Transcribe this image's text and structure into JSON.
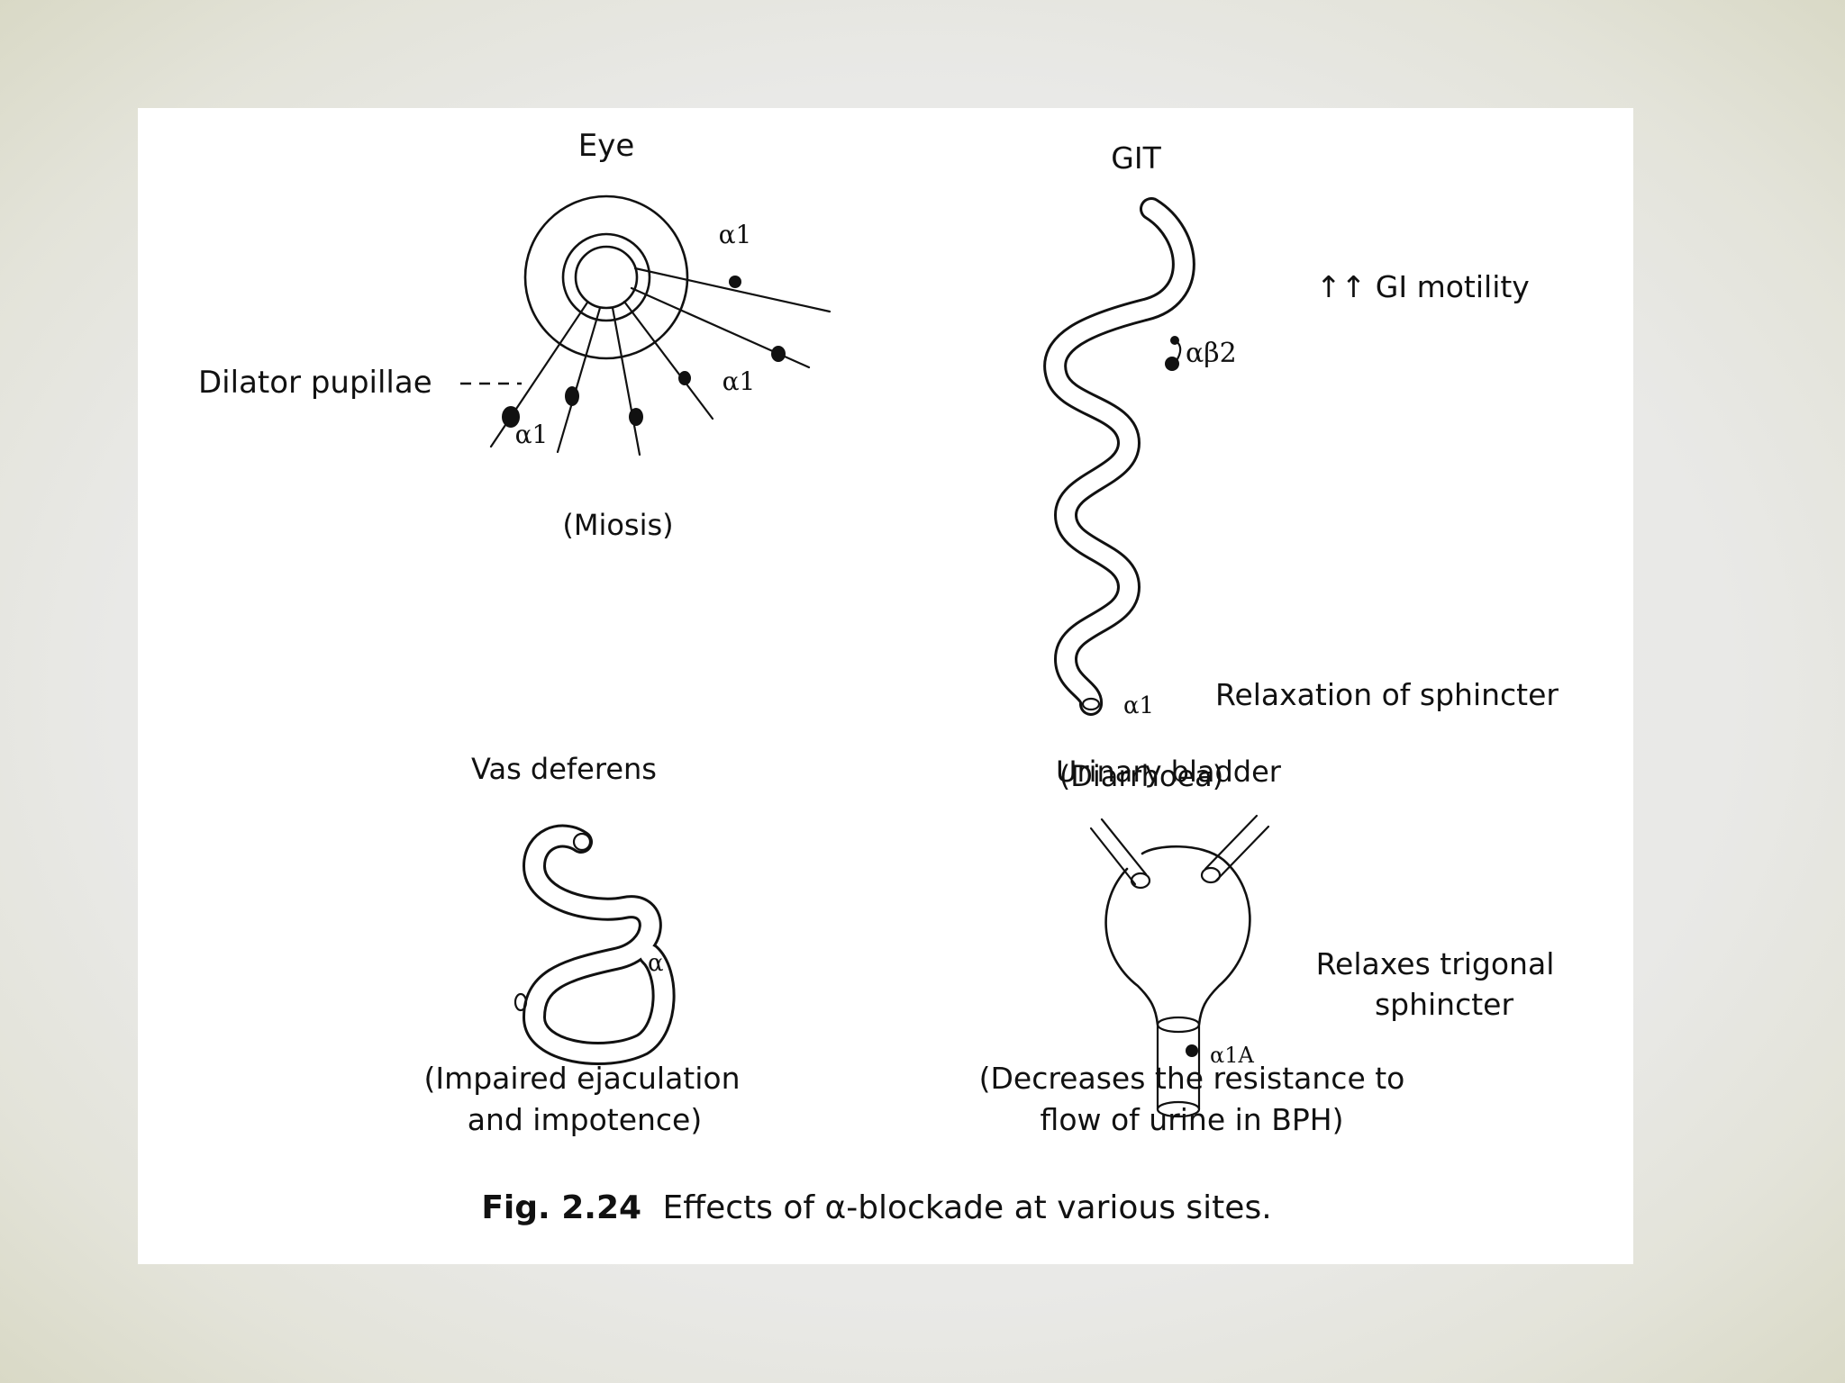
{
  "eye": {
    "title": "Eye",
    "dilator_label": "Dilator pupillae",
    "receptor": "α1",
    "effect": "(Miosis)"
  },
  "git": {
    "title": "GIT",
    "motility_label": "↑↑ GI motility",
    "receptor_ab": "αβ2",
    "receptor_sphincter": "α1",
    "sphincter_label": "Relaxation of sphincter",
    "effect": "(Diarrhoea)"
  },
  "vas": {
    "title": "Vas deferens",
    "receptor": "α",
    "effect_line1": "(Impaired ejaculation",
    "effect_line2": "and impotence)"
  },
  "bladder": {
    "title": "Urinary bladder",
    "receptor": "α1A",
    "label_line1": "Relaxes trigonal",
    "label_line2": "sphincter",
    "effect_line1": "(Decreases the resistance to",
    "effect_line2": "flow of urine in BPH)"
  },
  "caption": {
    "number": "Fig. 2.24",
    "text": "Effects of α-blockade at various sites."
  }
}
